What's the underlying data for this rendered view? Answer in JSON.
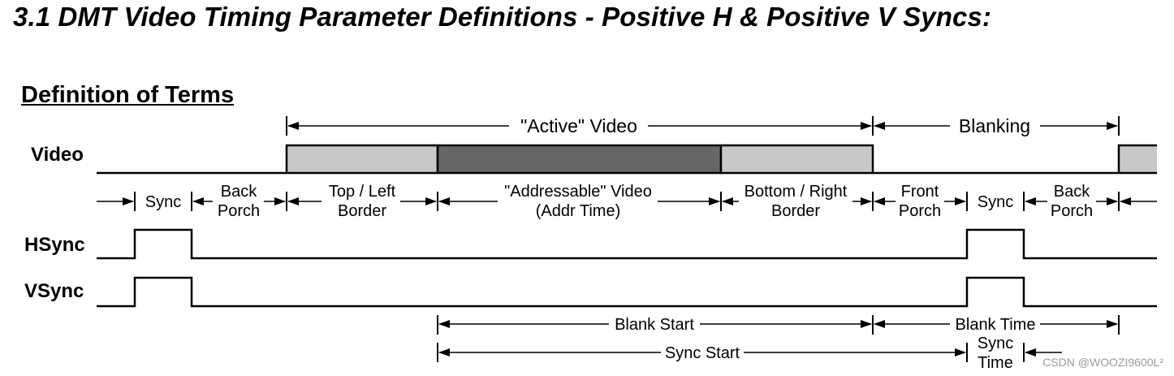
{
  "title": "3.1  DMT Video Timing Parameter Definitions - Positive H & Positive V Syncs:",
  "section_title": "Definition of Terms",
  "signals": {
    "video": "Video",
    "hsync": "HSync",
    "vsync": "VSync"
  },
  "spans": {
    "active_video": "\"Active\" Video",
    "blanking": "Blanking",
    "blank_start": "Blank Start",
    "blank_time": "Blank Time",
    "sync_start": "Sync Start",
    "sync_time": [
      "Sync",
      "Time"
    ]
  },
  "segments": {
    "sync_1": "Sync",
    "back_porch_1": [
      "Back",
      "Porch"
    ],
    "top_left_border": [
      "Top / Left",
      "Border"
    ],
    "addressable_video": [
      "\"Addressable\" Video",
      "(Addr Time)"
    ],
    "bottom_right_border": [
      "Bottom / Right",
      "Border"
    ],
    "front_porch": [
      "Front",
      "Porch"
    ],
    "sync_2": "Sync",
    "back_porch_2": [
      "Back",
      "Porch"
    ]
  },
  "colors": {
    "border_fill": "#c8c8c8",
    "addressable_fill": "#666666",
    "line": "#000000"
  },
  "watermark": "CSDN @WOOZI9600L²"
}
